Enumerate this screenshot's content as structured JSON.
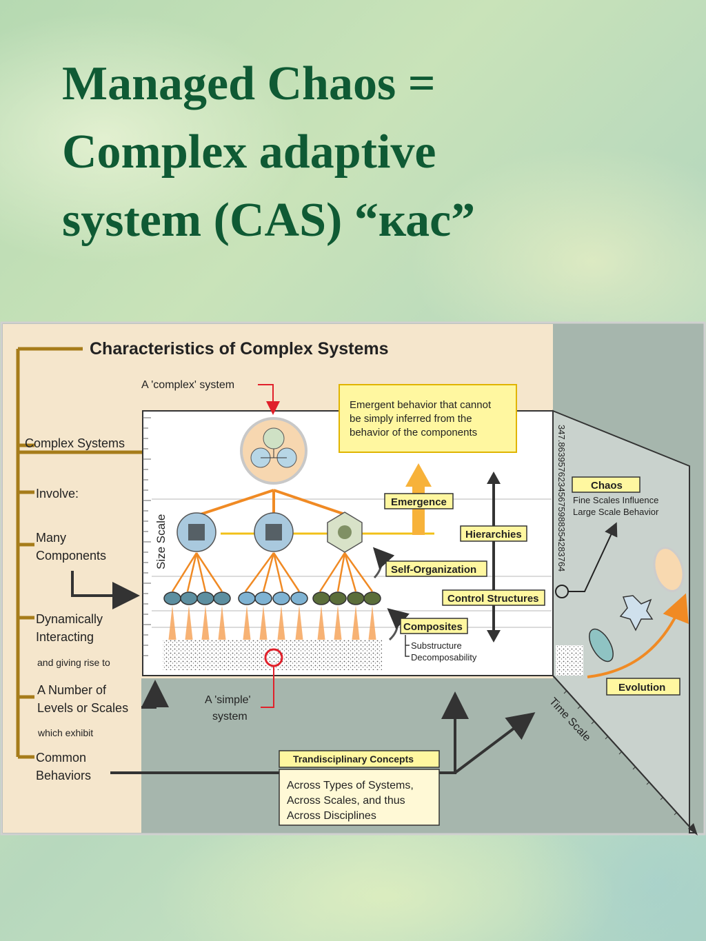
{
  "slide": {
    "title_line1": "Managed Chaos =",
    "title_line2": "Complex adaptive",
    "title_line3_pre": "system (CAS)  “",
    "title_line3_bold": "кас",
    "title_line3_post": "”"
  },
  "diagram": {
    "heading": "Characteristics of Complex Systems",
    "complex_system_label": "A 'complex' system",
    "emergent_note": [
      "Emergent behavior that cannot",
      "be simply inferred from the",
      "behavior of the components"
    ],
    "left_column": {
      "complex_systems": "Complex Systems",
      "involve": "Involve:",
      "many": "Many",
      "components": "Components",
      "dynamically": "Dynamically",
      "interacting": "Interacting",
      "giving_rise": "and giving rise to",
      "a_number_of": "A Number of",
      "levels_or_scales": "Levels or Scales",
      "which_exhibit": "which exhibit",
      "common": "Common",
      "behaviors": "Behaviors"
    },
    "size_scale": "Size Scale",
    "labels": {
      "emergence": "Emergence",
      "hierarchies": "Hierarchies",
      "self_organization": "Self-Organization",
      "control_structures": "Control Structures",
      "composites": "Composites",
      "substructure": "Substructure",
      "decomposability": "Decomposability"
    },
    "simple_system_line1": "A 'simple'",
    "simple_system_line2": "system",
    "side_number": "347.86395762345675988354283764",
    "chaos_title": "Chaos",
    "chaos_line1": "Fine Scales Influence",
    "chaos_line2": "Large Scale Behavior",
    "evolution": "Evolution",
    "time_scale": "Time Scale",
    "trans_title": "Trandisciplinary Concepts",
    "trans_lines": [
      "Across Types of Systems,",
      "Across Scales, and thus",
      "Across Disciplines"
    ]
  },
  "colors": {
    "title": "#0f5a34",
    "panel_tan": "#f5e6cc",
    "panel_gray": "#a6b6ad",
    "bracket": "#a67c1a",
    "label_yellow": "#fff7a0",
    "orange": "#f08a24",
    "red": "#e0202a"
  }
}
